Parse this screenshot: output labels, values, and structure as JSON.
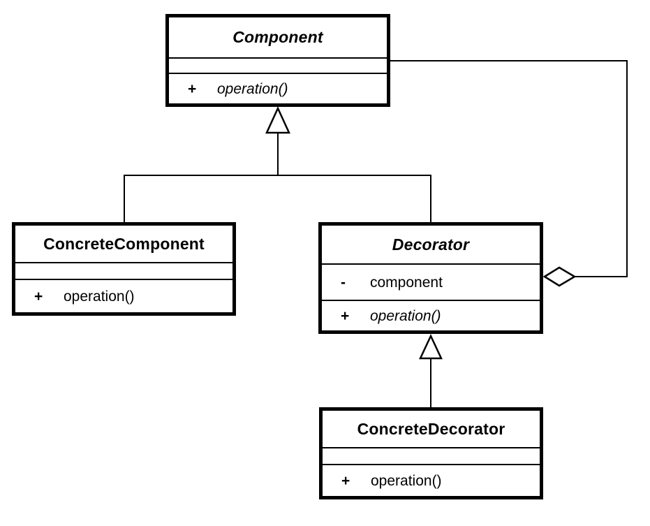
{
  "diagram": {
    "kind": "uml-class-diagram",
    "pattern": "Decorator",
    "colors": {
      "background": "#ffffff",
      "line": "#000000",
      "box_fill": "#ffffff",
      "text": "#000000"
    }
  },
  "classes": [
    {
      "name": "Component",
      "abstract": true,
      "attributes": [],
      "operations": [
        {
          "vis": "+",
          "name": "operation()",
          "italic": true
        }
      ]
    },
    {
      "name": "ConcreteComponent",
      "abstract": false,
      "attributes": [],
      "operations": [
        {
          "vis": "+",
          "name": "operation()",
          "italic": false
        }
      ]
    },
    {
      "name": "Decorator",
      "abstract": true,
      "attributes": [
        {
          "vis": "-",
          "name": "component",
          "italic": false
        }
      ],
      "operations": [
        {
          "vis": "+",
          "name": "operation()",
          "italic": true
        }
      ]
    },
    {
      "name": "ConcreteDecorator",
      "abstract": false,
      "attributes": [],
      "operations": [
        {
          "vis": "+",
          "name": "operation()",
          "italic": false
        }
      ]
    }
  ],
  "relationships": [
    {
      "type": "generalization",
      "from": "ConcreteComponent",
      "to": "Component"
    },
    {
      "type": "generalization",
      "from": "Decorator",
      "to": "Component"
    },
    {
      "type": "generalization",
      "from": "ConcreteDecorator",
      "to": "Decorator"
    },
    {
      "type": "aggregation",
      "owner": "Decorator",
      "part": "Component"
    }
  ]
}
